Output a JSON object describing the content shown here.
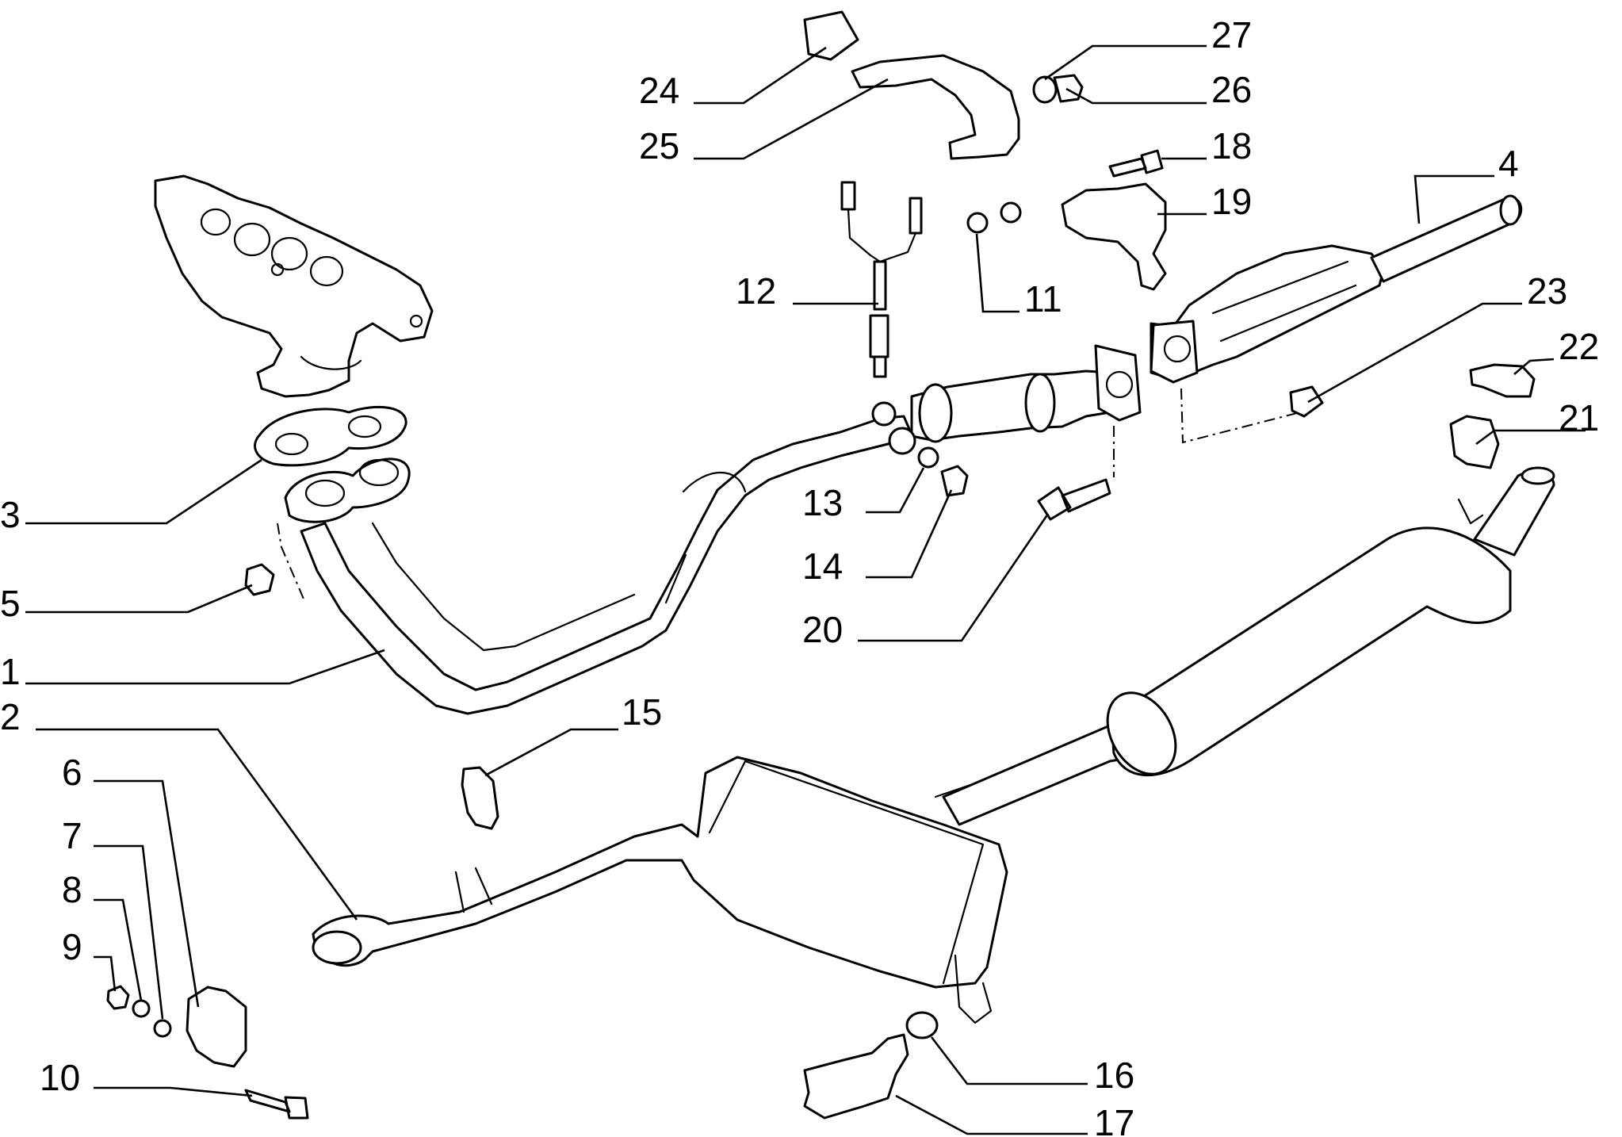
{
  "diagram": {
    "labels": [
      "27",
      "26",
      "24",
      "25",
      "18",
      "19",
      "4",
      "12",
      "11",
      "23",
      "22",
      "21",
      "3",
      "13",
      "14",
      "5",
      "20",
      "1",
      "2",
      "15",
      "6",
      "7",
      "8",
      "9",
      "16",
      "10",
      "17"
    ]
  }
}
